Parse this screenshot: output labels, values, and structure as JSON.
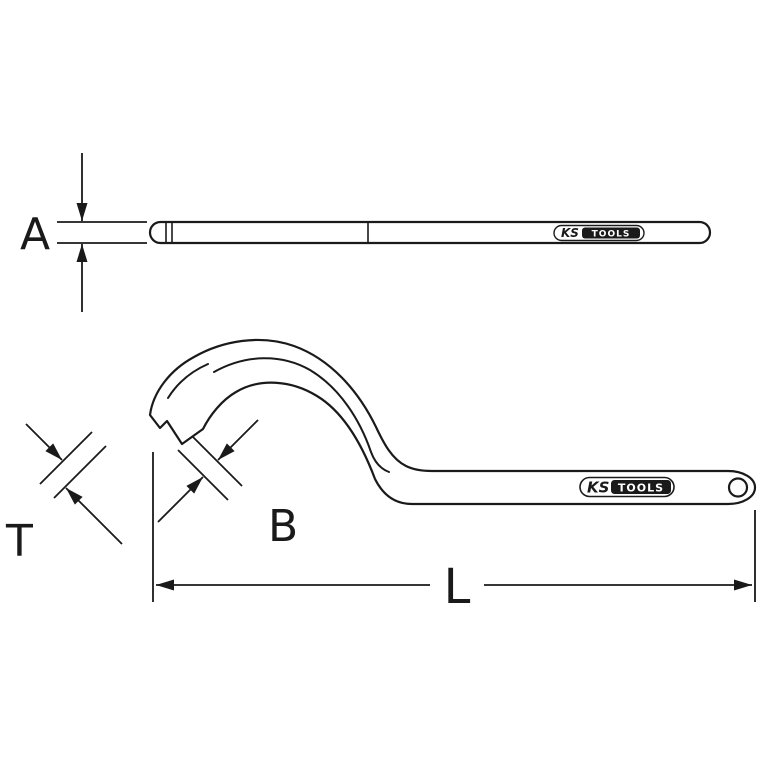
{
  "diagram": {
    "dimensions": {
      "a": "A",
      "t": "T",
      "b": "B",
      "l": "L"
    },
    "brand": {
      "ks": "KS",
      "tools": "TOOLS"
    },
    "colors": {
      "line": "#1a1a1a",
      "background": "#ffffff"
    }
  }
}
